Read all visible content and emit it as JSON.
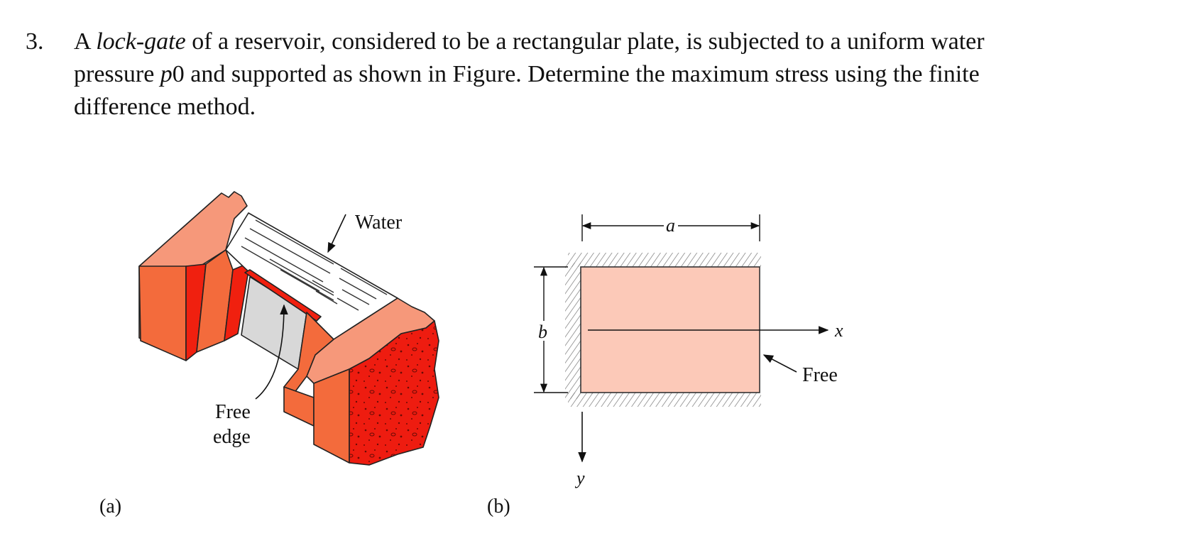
{
  "problem": {
    "number": "3.",
    "line1_a": "A ",
    "line1_em": "lock-gate",
    "line1_b": " of a reservoir, considered to be a rectangular plate, is subjected to a uniform water",
    "line2_a": "pressure ",
    "line2_p": "p",
    "line2_sub": "0",
    "line2_b": " and supported as shown in Figure. Determine the maximum stress using the finite",
    "line3": "difference method."
  },
  "figure_a": {
    "water_label": "Water",
    "free_edge_label_1": "Free",
    "free_edge_label_2": "edge",
    "caption": "(a)"
  },
  "figure_b": {
    "dim_a": "a",
    "dim_b": "b",
    "axis_x": "x",
    "axis_y": "y",
    "free_label": "Free",
    "caption": "(b)"
  },
  "colors": {
    "wall_top": "#f6987a",
    "wall_face": "#f36b3c",
    "wall_red": "#f0200f",
    "water": "#ffffff",
    "gate_gray": "#d8d8d8",
    "plate_fill": "#fcc9b8"
  }
}
